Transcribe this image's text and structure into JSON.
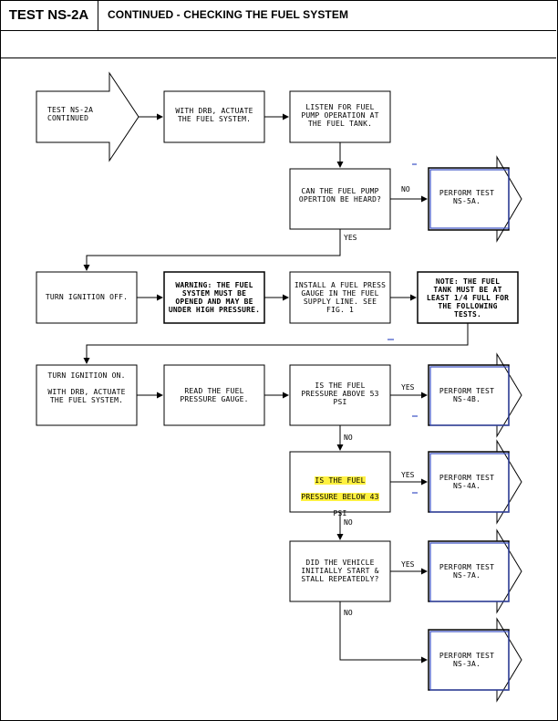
{
  "header": {
    "test_id": "TEST NS-2A",
    "title": "CONTINUED - CHECKING THE FUEL SYSTEM"
  },
  "colors": {
    "highlight": "#ffe900",
    "blue_annotation": "#3a4fc4"
  },
  "flow": {
    "start": "TEST NS-2A\nCONTINUED",
    "actuate_1": "WITH DRB, ACTUATE\nTHE FUEL SYSTEM.",
    "listen": "LISTEN FOR FUEL\nPUMP OPERATION AT\nTHE FUEL TANK.",
    "can_hear": "CAN THE FUEL PUMP\nOPERTION BE HEARD?",
    "perform_5a": "PERFORM TEST\nNS-5A.",
    "ignition_off": "TURN IGNITION OFF.",
    "warning": "WARNING: THE FUEL\nSYSTEM MUST BE\nOPENED AND MAY BE\nUNDER HIGH PRESSURE.",
    "install_gauge": "INSTALL A FUEL PRESS\nGAUGE IN THE FUEL\nSUPPLY LINE. SEE\nFIG. 1",
    "note": "NOTE: THE FUEL\nTANK MUST BE AT\nLEAST 1/4 FULL FOR\nTHE FOLLOWING\nTESTS.",
    "ignition_on": "TURN IGNITION ON.\n\nWITH DRB, ACTUATE\nTHE FUEL SYSTEM.",
    "read_gauge": "READ THE FUEL\nPRESSURE GAUGE.",
    "above_53": "IS THE FUEL\nPRESSURE ABOVE 53\nPSI",
    "perform_4b": "PERFORM TEST\nNS-4B.",
    "below_43_line1": "IS THE FUEL",
    "below_43_line2": "PRESSURE BELOW 43",
    "below_43_line3": "PSI",
    "perform_4a": "PERFORM TEST\nNS-4A.",
    "stall": "DID THE VEHICLE\nINITIALLY START &\nSTALL REPEATEDLY?",
    "perform_7a": "PERFORM TEST\nNS-7A.",
    "perform_3a": "PERFORM TEST\nNS-3A."
  },
  "labels": {
    "no_hear": "NO",
    "yes_hear": "YES",
    "yes_53": "YES",
    "no_53": "NO",
    "yes_43": "YES",
    "no_43": "NO",
    "yes_stall": "YES",
    "no_stall": "NO"
  }
}
